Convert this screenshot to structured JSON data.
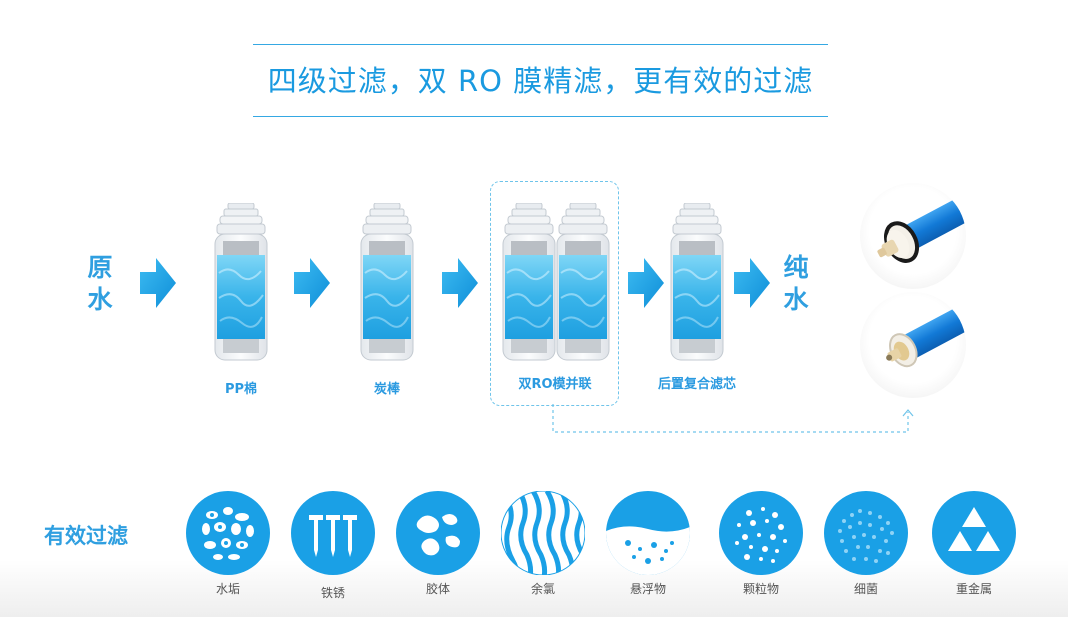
{
  "title": "四级过滤，双 RO 膜精滤，更有效的过滤",
  "flow": {
    "source_label": [
      "原",
      "水"
    ],
    "output_label": [
      "纯",
      "水"
    ]
  },
  "filters": [
    {
      "label": "PP棉"
    },
    {
      "label": "炭棒"
    },
    {
      "label": "双RO模并联"
    },
    {
      "label": "后置复合滤芯"
    }
  ],
  "effective_filter": {
    "heading": "有效过滤",
    "items": [
      {
        "label": "水垢",
        "icon": "scale-icon"
      },
      {
        "label": "铁锈",
        "icon": "rust-icon"
      },
      {
        "label": "胶体",
        "icon": "colloid-icon"
      },
      {
        "label": "余氯",
        "icon": "residual-chlorine-icon"
      },
      {
        "label": "悬浮物",
        "icon": "suspended-matter-icon"
      },
      {
        "label": "颗粒物",
        "icon": "particulate-icon"
      },
      {
        "label": "细菌",
        "icon": "bacteria-icon"
      },
      {
        "label": "重金属",
        "icon": "heavy-metal-icon"
      }
    ]
  },
  "colors": {
    "accent": "#1a9ae0",
    "water": "#3bb8ec",
    "arrow": "#1fa3e8"
  }
}
